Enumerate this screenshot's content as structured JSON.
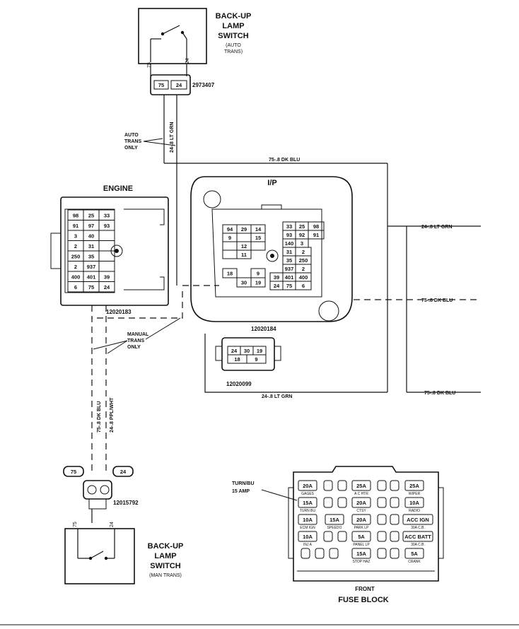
{
  "switch_auto": {
    "title1": "BACK-UP",
    "title2": "LAMP",
    "title3": "SWITCH",
    "sub1": "(AUTO",
    "sub2": "TRANS)",
    "pin_left": "75",
    "pin_right": "24"
  },
  "conn_auto": {
    "pin_a": "75",
    "pin_b": "24",
    "part": "2973407"
  },
  "wires": {
    "w1": "24-.8 LT GRN",
    "w2": "75-.8 DK BLU",
    "w3": "24-.8 LT GRN",
    "w4": "75-.8 DK BLU",
    "w5": "24-.8 LT GRN",
    "w6": "75-.8 DK BLU",
    "w7": "75-.8 DK BLU",
    "w8": "24-.8 PPL/WHT"
  },
  "notes": {
    "auto1": "AUTO",
    "auto2": "TRANS",
    "auto3": "ONLY",
    "man1": "MANUAL",
    "man2": "TRANS",
    "man3": "ONLY"
  },
  "engine": {
    "title": "ENGINE",
    "part": "12020183",
    "left_col": [
      "98",
      "91",
      "3",
      "2",
      "250",
      "2",
      "400",
      "6"
    ],
    "mid_col": [
      "25",
      "97",
      "40",
      "31",
      "35",
      "937",
      "401",
      "75"
    ],
    "right_col": [
      "33",
      "93",
      "",
      "",
      "",
      "",
      "39",
      "24"
    ]
  },
  "ip": {
    "title": "I/P",
    "part1": "12020184",
    "part2": "12020099",
    "tl": [
      "94",
      "29",
      "14",
      "9",
      "",
      "15",
      "",
      "12",
      "",
      "",
      "11"
    ],
    "tr_a": [
      "33",
      "25",
      "98",
      "93",
      "92",
      "91",
      "140",
      "3",
      "31",
      "2",
      "35",
      "250",
      "937",
      "2",
      "39",
      "401",
      "400",
      "24",
      "75",
      "6"
    ],
    "bl": [
      "18",
      "9",
      "30",
      "19"
    ],
    "small_conn": [
      "24",
      "30",
      "19",
      "18",
      "9"
    ]
  },
  "conn_man": {
    "pin_a": "75",
    "pin_b": "24",
    "part": "12015792"
  },
  "switch_man": {
    "title1": "BACK-UP",
    "title2": "LAMP",
    "title3": "SWITCH",
    "sub": "(MAN TRANS)",
    "pin_left": "75",
    "pin_right": "24"
  },
  "fuse": {
    "title": "FUSE BLOCK",
    "front": "FRONT",
    "callout1": "TURN/BU",
    "callout2": "15 AMP",
    "r1": [
      {
        "v": "20A",
        "l": "GAGES"
      },
      {
        "v": "25A",
        "l": "A C HTR"
      },
      {
        "v": "25A",
        "l": "WIPER"
      }
    ],
    "r2": [
      {
        "v": "15A",
        "l": "TURN BU"
      },
      {
        "v": "20A",
        "l": "CTSY"
      },
      {
        "v": "10A",
        "l": "RADIO"
      }
    ],
    "r3": [
      {
        "v": "10A",
        "l": "ECM IGN"
      },
      {
        "v": "15A",
        "l": "SPEEDO"
      },
      {
        "v": "20A",
        "l": "PARK LP"
      },
      {
        "v": "ACC IGN",
        "l": "30A C.B."
      }
    ],
    "r4": [
      {
        "v": "10A",
        "l": "INJ A"
      },
      {
        "v": "5A",
        "l": "PANEL LP"
      },
      {
        "v": "ACC BATT",
        "l": "30A C.B."
      }
    ],
    "r5": [
      {
        "v": "15A",
        "l": "STOP HAZ"
      },
      {
        "v": "5A",
        "l": "CRANK"
      }
    ]
  }
}
